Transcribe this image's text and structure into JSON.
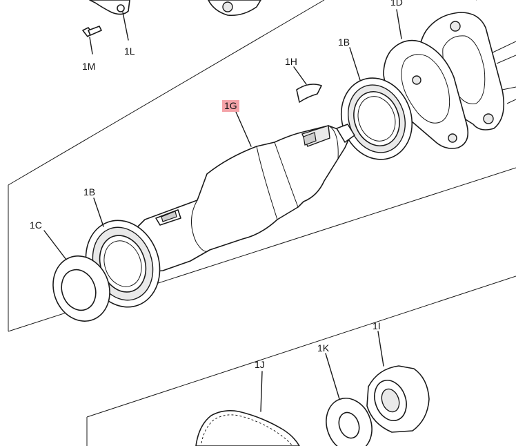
{
  "labels": {
    "1D": "1D",
    "1L": "1L",
    "1M": "1M",
    "1B_top": "1B",
    "1H": "1H",
    "1G": "1G",
    "1B_left": "1B",
    "1C": "1C",
    "1J": "1J",
    "1K": "1K",
    "1I": "1I"
  },
  "highlighted_part": "1G",
  "colors": {
    "highlight": "#f4a3a8",
    "line": "#1a1a1a",
    "background": "#ffffff"
  }
}
